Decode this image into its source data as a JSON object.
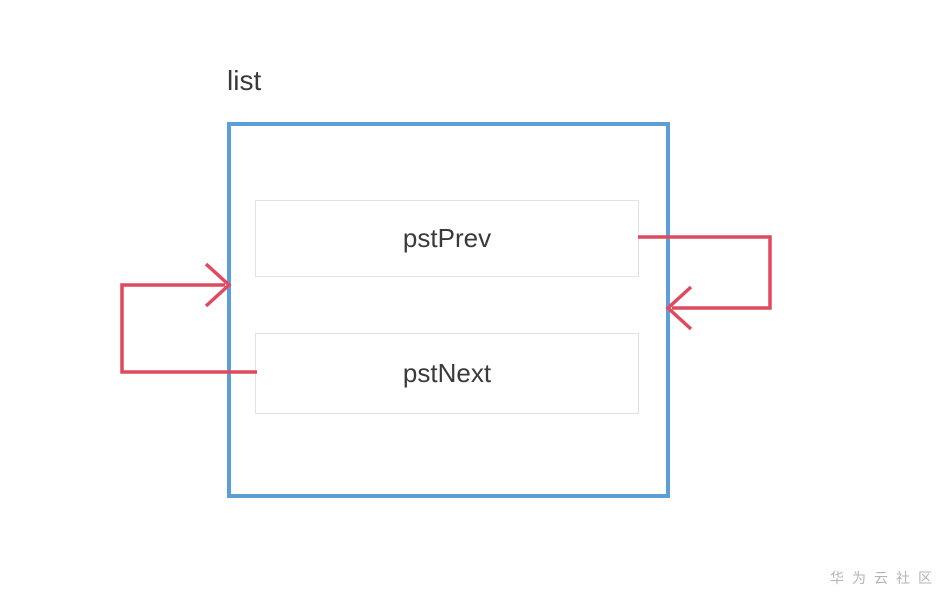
{
  "diagram": {
    "title": "list",
    "node": {
      "name": "list",
      "fields": [
        {
          "label": "pstPrev"
        },
        {
          "label": "pstNext"
        }
      ]
    },
    "arrows": [
      {
        "name": "pstprev-self-loop",
        "from": "pstPrev",
        "to": "list",
        "shape": "exits right side of pstPrev, loops down on the right, arrowhead points left back into the list box"
      },
      {
        "name": "pstnext-self-loop",
        "from": "pstNext",
        "to": "list",
        "shape": "exits left side of pstNext, loops up on the left, arrowhead points right back into the list box"
      }
    ]
  },
  "watermark": {
    "text": "华为云社区"
  },
  "colors": {
    "background": "#ffffff",
    "node_border": "#5e9ed6",
    "field_border": "#e2e2e2",
    "arrow": "#e04a5f",
    "text": "#3a3a3a",
    "watermark": "#b4b4b4"
  }
}
